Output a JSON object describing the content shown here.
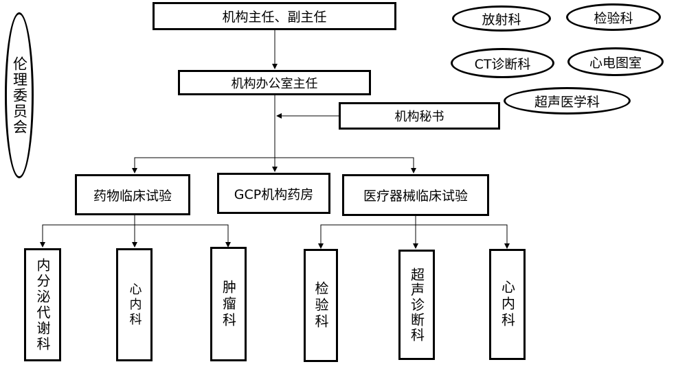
{
  "director": "机构主任、副主任",
  "office_director": "机构办公室主任",
  "secretary": "机构秘书",
  "ethics_committee": "伦理委员会",
  "drug_trial": "药物临床试验",
  "gcp_pharmacy": "GCP机构药房",
  "device_trial": "医疗器械临床试验",
  "drug_departments": [
    "内分泌代谢科",
    "心内科",
    "肿瘤科"
  ],
  "device_departments": [
    "检验科",
    "超声诊断科",
    "心内科"
  ],
  "support_departments": [
    "放射科",
    "检验科",
    "CT诊断科",
    "心电图室",
    "超声医学科"
  ]
}
